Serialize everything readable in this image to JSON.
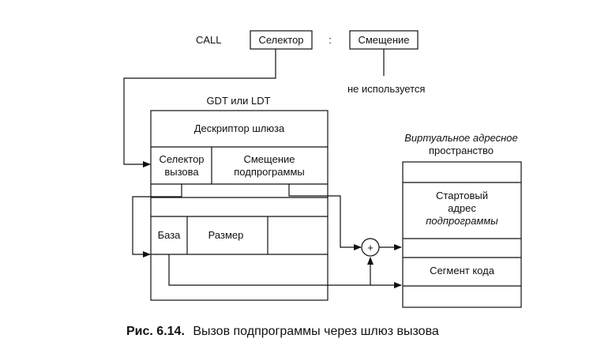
{
  "call": {
    "label": "CALL",
    "selector": "Селектор",
    "colon": ":",
    "offset": "Смещение",
    "offset_note": "не используется"
  },
  "table": {
    "title": "GDT или LDT",
    "gate_descriptor": "Дескриптор шлюза",
    "gate_selector_line1": "Селектор",
    "gate_selector_line2": "вызова",
    "gate_offset_line1": "Смещение",
    "gate_offset_line2": "подпрограммы",
    "base": "База",
    "size": "Размер"
  },
  "adder": {
    "symbol": "+"
  },
  "vas": {
    "title_line1": "Виртуальное адресное",
    "title_line2": "пространство",
    "start_line1": "Стартовый",
    "start_line2": "адрес",
    "start_line3": "подпрограммы",
    "code_segment": "Сегмент кода"
  },
  "caption": {
    "number": "Рис. 6.14.",
    "text": "Вызов подпрограммы через шлюз вызова"
  }
}
